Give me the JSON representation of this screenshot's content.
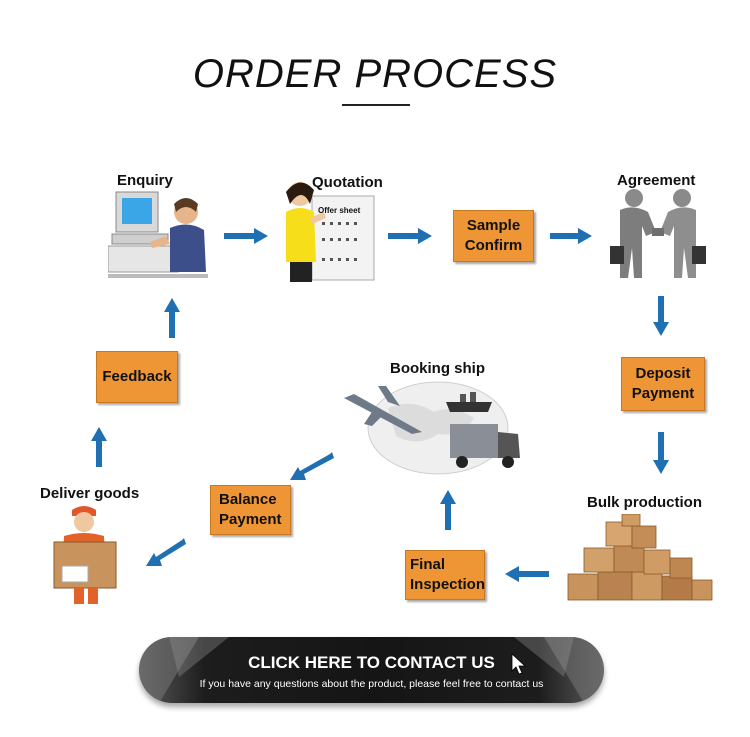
{
  "title": "ORDER PROCESS",
  "steps": {
    "enquiry": "Enquiry",
    "quotation": "Quotation",
    "offer_sheet": "Offer sheet",
    "sample_confirm": "Sample\nConfirm",
    "agreement": "Agreement",
    "deposit_payment": "Deposit\nPayment",
    "bulk_production": "Bulk production",
    "final_inspection": "Final\nInspection",
    "booking_ship": "Booking ship",
    "balance_payment": "Balance\nPayment",
    "deliver_goods": "Deliver goods",
    "feedback": "Feedback"
  },
  "cta": {
    "title": "CLICK HERE TO CONTACT US",
    "subtitle": "If you have any questions about the product, please feel free to contact us"
  },
  "colors": {
    "box": "#ee9635",
    "arrow": "#1f6fb3"
  }
}
